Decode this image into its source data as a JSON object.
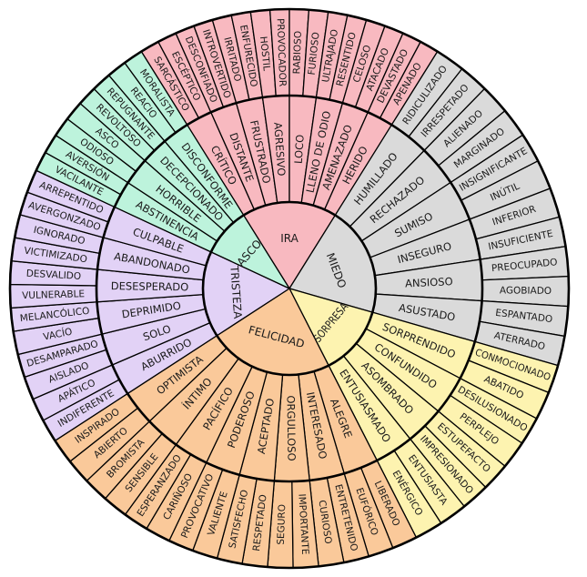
{
  "wheel": {
    "emotions": [
      {
        "label": "IRA",
        "color": "#f8b9c0",
        "secondary": [
          {
            "label": "CRÍTICO",
            "outer": [
              "SARCÁSTICO",
              "ESCÉPTICO"
            ]
          },
          {
            "label": "DISTANTE",
            "outer": [
              "DESCONFIADO",
              "INTROVERTIDO"
            ]
          },
          {
            "label": "FRUSTRADO",
            "outer": [
              "IRRITADO",
              "ENFURECIDO"
            ]
          },
          {
            "label": "AGRESIVO",
            "outer": [
              "HOSTIL",
              "PROVOCADOR"
            ]
          },
          {
            "label": "LOCO",
            "outer": [
              "RABIOSO",
              "FURIOSO"
            ]
          },
          {
            "label": "LLENO DE ODIO",
            "outer": [
              "ULTRAJADO",
              "RESENTIDO"
            ]
          },
          {
            "label": "AMENAZADO",
            "outer": [
              "CELOSO",
              "ATACADO"
            ]
          },
          {
            "label": "HERIDO",
            "outer": [
              "DEVASTADO",
              "APENADO"
            ]
          }
        ]
      },
      {
        "label": "MIEDO",
        "color": "#dadada",
        "secondary": [
          {
            "label": "HUMILLADO",
            "outer": [
              "RIDICULIZADO",
              "IRRESPETADO"
            ]
          },
          {
            "label": "RECHAZADO",
            "outer": [
              "ALIENADO",
              "MARGINADO"
            ]
          },
          {
            "label": "SUMISO",
            "outer": [
              "INSIGNIFICANTE",
              "INÚTIL"
            ]
          },
          {
            "label": "INSEGURO",
            "outer": [
              "INFERIOR",
              "INSUFICIENTE"
            ]
          },
          {
            "label": "ANSIOSO",
            "outer": [
              "PREOCUPADO",
              "AGOBIADO"
            ]
          },
          {
            "label": "ASUSTADO",
            "outer": [
              "ESPANTADO",
              "ATERRADO"
            ]
          }
        ]
      },
      {
        "label": "SORPRESA",
        "color": "#fdf3b0",
        "secondary": [
          {
            "label": "SORPRENDIDO",
            "outer": [
              "CONMOCIONADO",
              "ABATIDO"
            ]
          },
          {
            "label": "CONFUNDIDO",
            "outer": [
              "DESILUSIONADO",
              "PERPLEJO"
            ]
          },
          {
            "label": "ASOMBRADO",
            "outer": [
              "ESTUPEFACTO",
              "IMPRESIONADO"
            ]
          },
          {
            "label": "ENTUSIASMADO",
            "outer": [
              "ENTUSIASTA",
              "ENÉRGICO"
            ]
          }
        ]
      },
      {
        "label": "FELICIDAD",
        "color": "#fac99a",
        "secondary": [
          {
            "label": "ALEGRE",
            "outer": [
              "LIBERADO",
              "EUFÓRICO"
            ]
          },
          {
            "label": "INTERESADO",
            "outer": [
              "ENTRETENIDO",
              "CURIOSO"
            ]
          },
          {
            "label": "ORGULLOSO",
            "outer": [
              "IMPORTANTE",
              "SEGURO"
            ]
          },
          {
            "label": "ACEPTADO",
            "outer": [
              "RESPETADO",
              "SATISFECHO"
            ]
          },
          {
            "label": "PODEROSO",
            "outer": [
              "VALIENTE",
              "PROVOCATIVO"
            ]
          },
          {
            "label": "PACÍFICO",
            "outer": [
              "CARIÑOSO",
              "ESPERANZADO"
            ]
          },
          {
            "label": "ÍNTIMO",
            "outer": [
              "SENSIBLE",
              "BROMISTA"
            ]
          },
          {
            "label": "OPTIMISTA",
            "outer": [
              "ABIERTO",
              "INSPIRADO"
            ]
          }
        ]
      },
      {
        "label": "TRISTEZA",
        "color": "#e2d2f6",
        "secondary": [
          {
            "label": "ABURRIDO",
            "outer": [
              "INDIFERENTE",
              "APÁTICO"
            ]
          },
          {
            "label": "SOLO",
            "outer": [
              "AISLADO",
              "DESAMPARADO"
            ]
          },
          {
            "label": "DEPRIMIDO",
            "outer": [
              "VACÍO",
              "MELANCÓLICO"
            ]
          },
          {
            "label": "DESESPERADO",
            "outer": [
              "VULNERABLE",
              "DESVALIDO"
            ]
          },
          {
            "label": "ABANDONADO",
            "outer": [
              "VICTIMIZADO",
              "IGNORADO"
            ]
          },
          {
            "label": "CULPABLE",
            "outer": [
              "AVERGONZADO",
              "ARREPENTIDO"
            ]
          }
        ]
      },
      {
        "label": "ASCO",
        "color": "#bdf3dc",
        "secondary": [
          {
            "label": "ABSTINENCIA",
            "outer": [
              "VACILANTE",
              "AVERSIÓN"
            ]
          },
          {
            "label": "HORRIBLE",
            "outer": [
              "ODIOSO",
              "ASCO"
            ]
          },
          {
            "label": "DECEPCIONADO",
            "outer": [
              "REVOLTOSO",
              "REPUGNANTE"
            ]
          },
          {
            "label": "DISCONFORME",
            "outer": [
              "REACIO",
              "MORALISTA"
            ]
          }
        ]
      }
    ]
  }
}
